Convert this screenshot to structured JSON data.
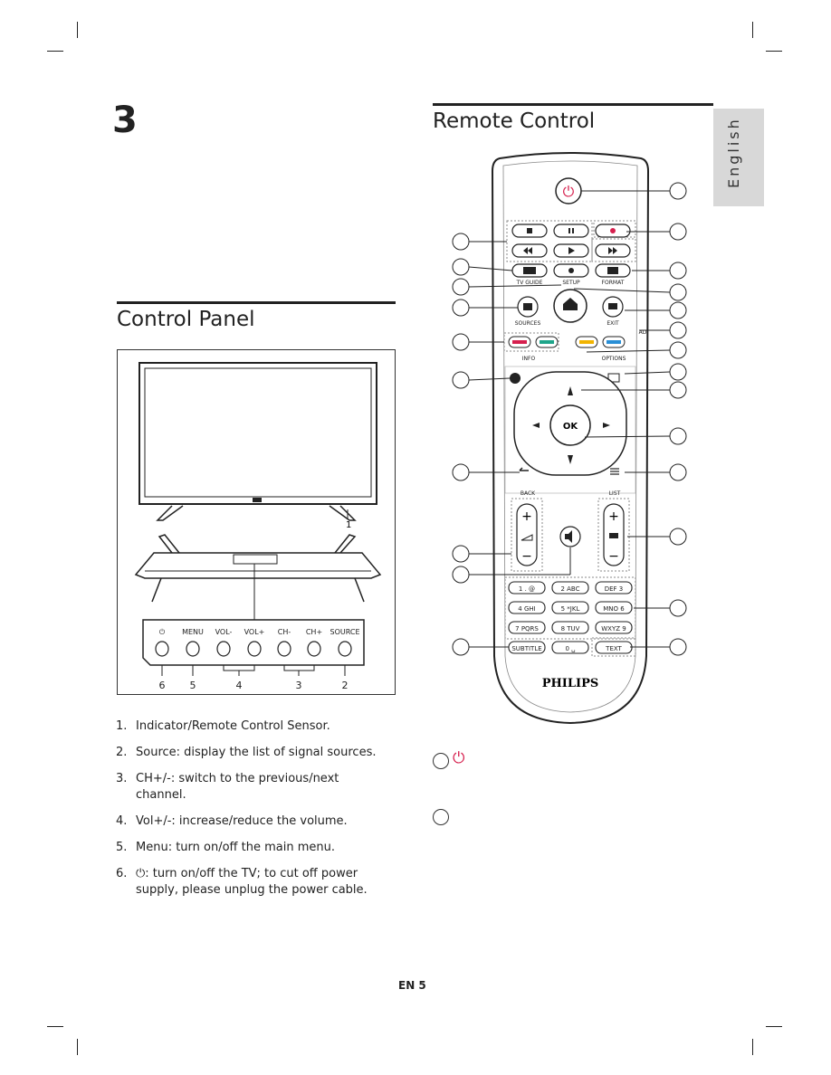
{
  "chapter_number": "3",
  "language_tab": "English",
  "control_panel": {
    "heading": "Control Panel",
    "callout_tv": "1",
    "buttons": [
      "⏻",
      "MENU",
      "VOL-",
      "VOL+",
      "CH-",
      "CH+",
      "SOURCE"
    ],
    "numbers": [
      "6",
      "5",
      "4",
      "3",
      "2"
    ],
    "items": [
      {
        "num": "1.",
        "text": "Indicator/Remote Control Sensor."
      },
      {
        "num": "2.",
        "text": "Source: display the list of signal sources."
      },
      {
        "num": "3.",
        "text": "CH+/-: switch to the previous/next channel."
      },
      {
        "num": "4.",
        "text": "Vol+/-: increase/reduce the volume."
      },
      {
        "num": "5.",
        "text": "Menu: turn on/off the main menu."
      },
      {
        "num": "6.",
        "text": "⏻: turn on/off the TV; to cut off power supply, please unplug the power cable."
      }
    ]
  },
  "remote_control": {
    "heading": "Remote Control",
    "labels": {
      "tv_guide": "TV GUIDE",
      "setup": "SETUP",
      "format": "FORMAT",
      "sources": "SOURCES",
      "exit": "EXIT",
      "ad": "AD",
      "info": "INFO",
      "options": "OPTIONS",
      "ok": "OK",
      "back": "BACK",
      "list": "LIST",
      "subtitle": "SUBTITLE",
      "text": "TEXT",
      "brand": "PHILIPS"
    },
    "keypad": [
      "1 . @",
      "2 ABC",
      "DEF 3",
      "4 GHI",
      "5 *JKL",
      "MNO 6",
      "7 PQRS",
      "8 TUV",
      "WXYZ 9",
      "0 ␣"
    ],
    "power_symbol": "⏻"
  },
  "footer": "EN  5",
  "colors": {
    "power_red": "#d6204e",
    "red": "#d6204e",
    "green": "#1ea58a",
    "yellow": "#f2b400",
    "blue": "#2a8fd6"
  }
}
